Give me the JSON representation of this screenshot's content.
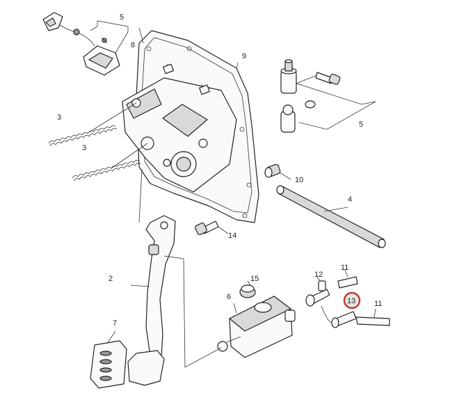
{
  "callouts": {
    "c5a": "5",
    "c8": "8",
    "c9": "9",
    "c3a": "3",
    "c3b": "3",
    "c5b": "5",
    "c10": "10",
    "c4": "4",
    "c14": "14",
    "c2": "2",
    "c15": "15",
    "c6": "6",
    "c12": "12",
    "c11a": "11",
    "c13": "13",
    "c11b": "11",
    "c7": "7"
  },
  "highlight_color": "#c0392b"
}
